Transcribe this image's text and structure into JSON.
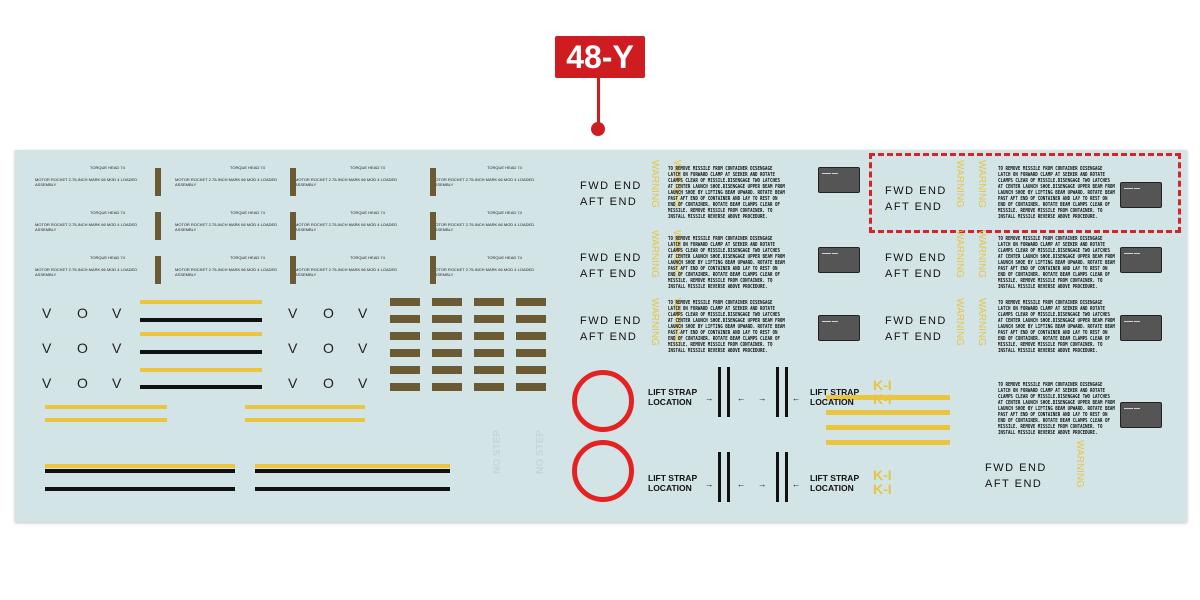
{
  "callout": {
    "label": "48-Y",
    "highlight_color": "#cf1c20"
  },
  "decals": {
    "fwd_end": "FWD END",
    "aft_end": "AFT END",
    "warning": "WARNING",
    "instructions": "TO REMOVE MISSILE FROM CONTAINER DISENGAGE LATCH ON FORWARD CLAMP AT SEEKER AND ROTATE CLAMPS CLEAR OF MISSILE.DISENGAGE TWO LATCHES AT CENTER LAUNCH SHOE.DISENGAGE UPPER BEAM FROM LAUNCH SHOE BY LIFTING BEAM UPWARD. ROTATE BEAM PAST AFT END OF CONTAINER AND LAY TO REST ON END OF CONTAINER. ROTATE BEAM CLAMPS CLEAR OF MISSILE. REMOVE MISSILE FROM CONTAINER. TO INSTALL MISSILE REVERSE ABOVE PROCEDURE.",
    "lift_strap_line1": "LIFT STRAP",
    "lift_strap_line2": "LOCATION",
    "no_step": "NO STEP",
    "ki": "K-I",
    "torque_head": "TORQUE HEAD 74",
    "motor_text": "MOTOR ROCKET 2.75-INCH MARK 66 MOD 4 LOADED ASSEMBLY",
    "sheet_color": "#d3e4e7"
  }
}
